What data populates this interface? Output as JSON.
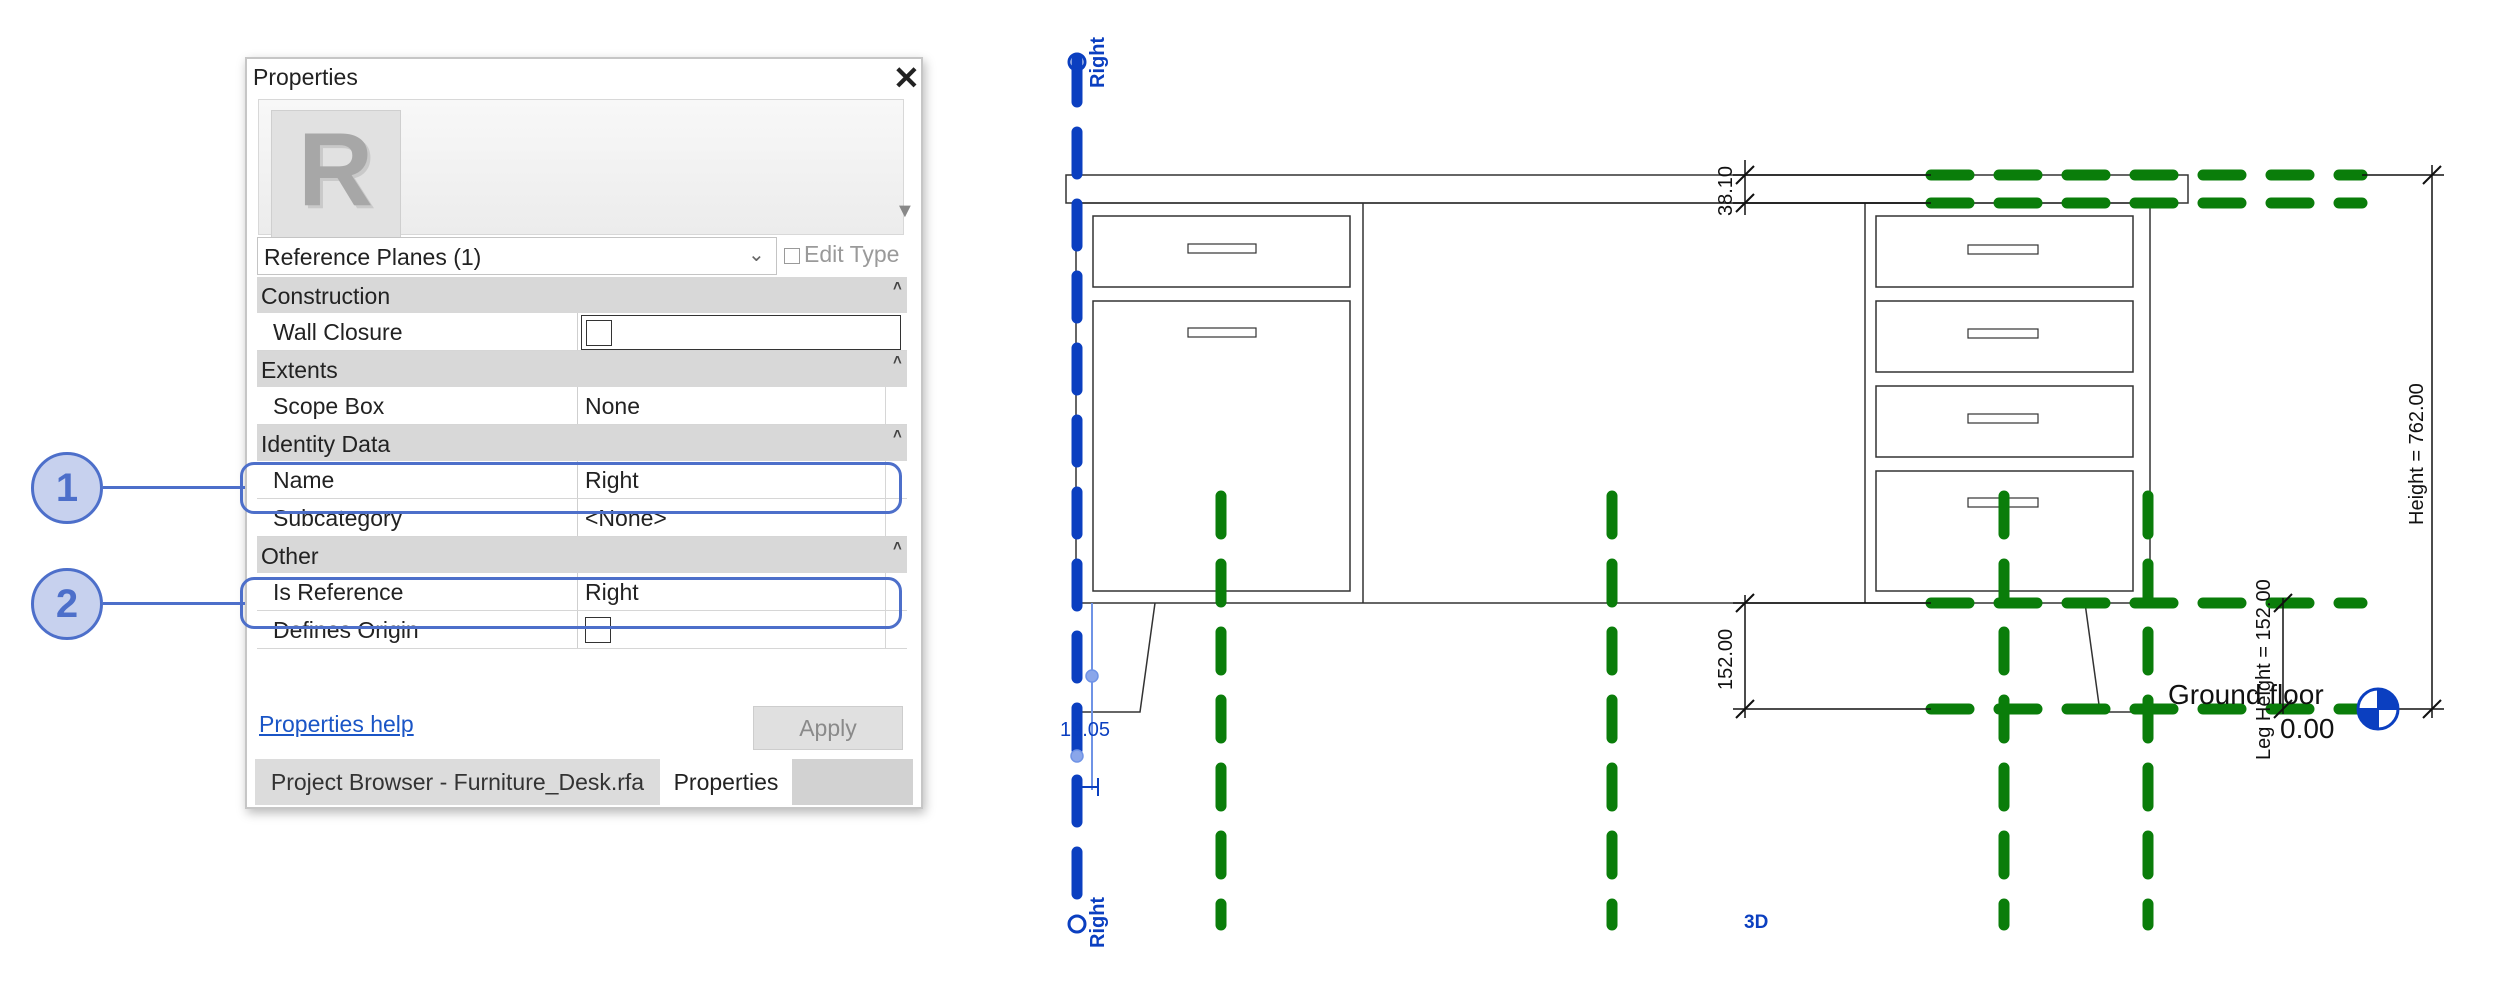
{
  "properties_panel": {
    "title": "Properties",
    "type_selector": "Reference Planes (1)",
    "edit_type_label": "Edit Type",
    "sections": {
      "construction": {
        "label": "Construction",
        "wall_closure": {
          "label": "Wall Closure",
          "checked": false
        }
      },
      "extents": {
        "label": "Extents",
        "scope_box": {
          "label": "Scope Box",
          "value": "None"
        }
      },
      "identity_data": {
        "label": "Identity Data",
        "name": {
          "label": "Name",
          "value": "Right"
        },
        "subcategory": {
          "label": "Subcategory",
          "value": "<None>"
        }
      },
      "other": {
        "label": "Other",
        "is_reference": {
          "label": "Is Reference",
          "value": "Right"
        },
        "defines_origin": {
          "label": "Defines Origin",
          "checked": false
        }
      }
    },
    "help_link": "Properties help",
    "apply_label": "Apply",
    "tabs": {
      "project_browser": "Project Browser - Furniture_Desk.rfa",
      "properties": "Properties"
    }
  },
  "callouts": {
    "one": "1",
    "two": "2"
  },
  "drawing": {
    "ref_plane_label_top": "Right",
    "ref_plane_label_bottom": "Right",
    "temp_dimension": "19.05",
    "dim_top_thickness": "38.10",
    "dim_leg_height": "152.00",
    "dim_overall_height": "Height = 762.00",
    "label_leg_height": "Leg Height = 152.00",
    "level_name": "Ground floor",
    "level_elevation": "0.00",
    "view_label": "3D"
  },
  "colors": {
    "selected_plane": "#0b3fc0",
    "reference_plane": "#0a7d0a",
    "callout_accent": "#4d6fca"
  }
}
